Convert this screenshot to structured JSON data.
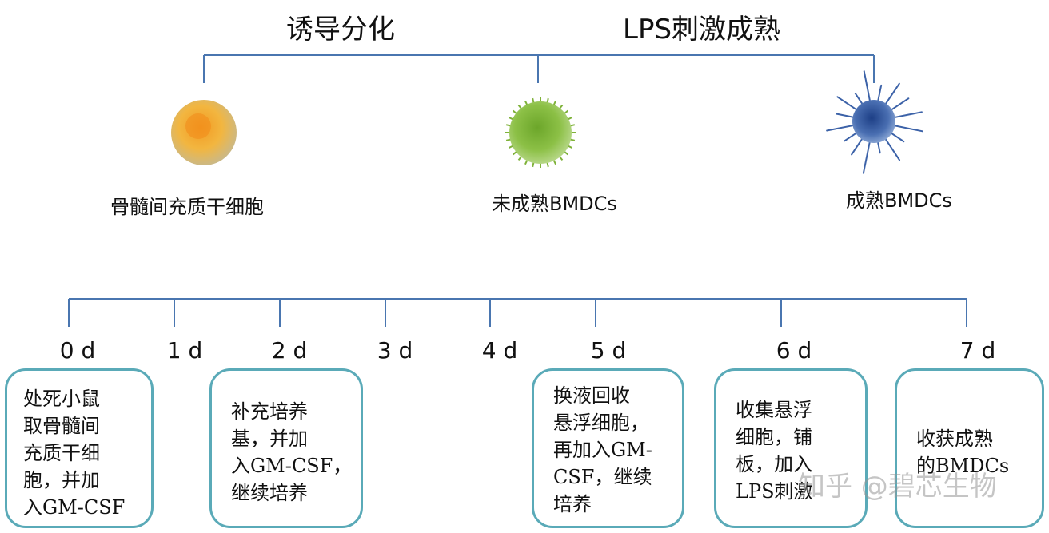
{
  "phases": {
    "differentiation": "诱导分化",
    "maturation": "LPS刺激成熟"
  },
  "cells": [
    {
      "label": "骨髓间充质干细胞",
      "icon": "orange-stem-cell-icon"
    },
    {
      "label": "未成熟BMDCs",
      "icon": "green-immature-dc-icon"
    },
    {
      "label": "成熟BMDCs",
      "icon": "blue-mature-dc-icon"
    }
  ],
  "timeline": {
    "days": [
      "0 d",
      "1 d",
      "2 d",
      "3 d",
      "4 d",
      "5 d",
      "6 d",
      "7 d"
    ]
  },
  "steps": [
    {
      "text": "处死小鼠\n取骨髓间\n充质干细\n胞，并加\n入GM-CSF"
    },
    {
      "text": "补充培养\n基，并加\n入GM-CSF，\n继续培养"
    },
    {
      "text": "换液回收\n悬浮细胞，\n再加入GM-\nCSF，继续\n培养"
    },
    {
      "text": "收集悬浮\n细胞，铺\n板，加入\nLPS刺激"
    },
    {
      "text": "收获成熟\n的BMDCs"
    }
  ],
  "colors": {
    "line": "#4a76b0",
    "box_border": "#5aaab8"
  },
  "watermark": "知乎 @碧芯生物"
}
